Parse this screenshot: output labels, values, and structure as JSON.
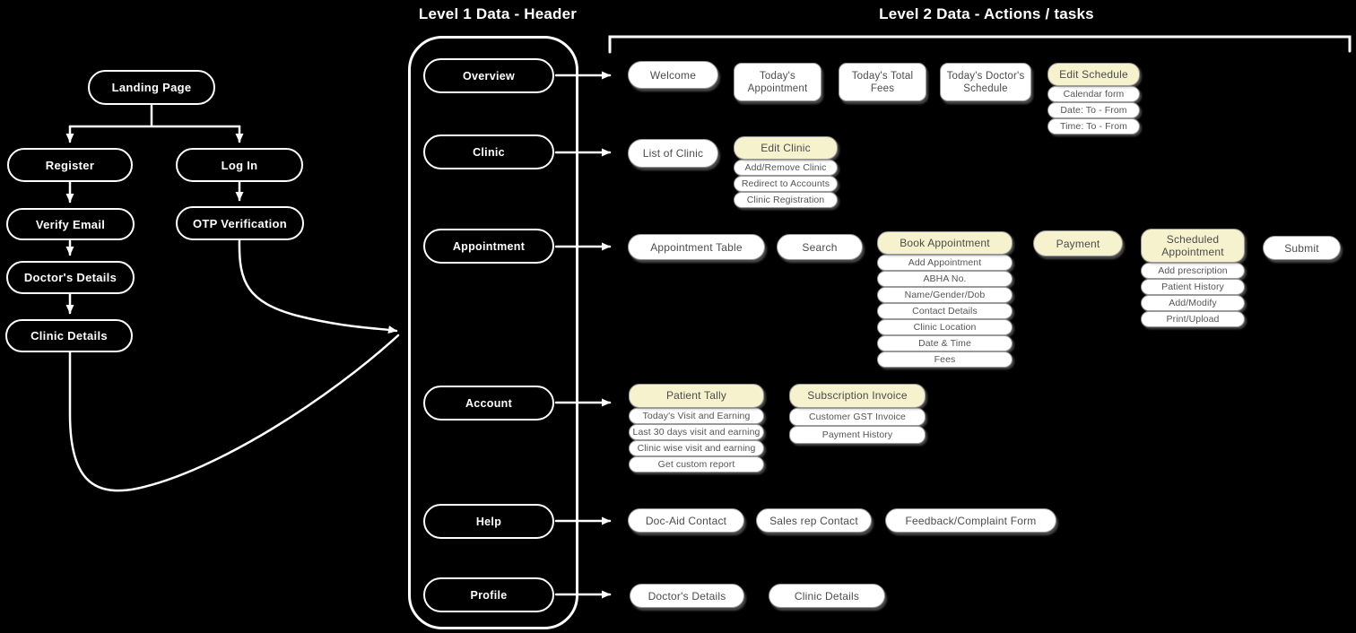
{
  "colors": {
    "background": "#000000",
    "line": "#ffffff",
    "accent_yellow": "#f5f2cd",
    "box_text": "#4c4c4c",
    "box_border": "#9a9a9a"
  },
  "titles": {
    "level1": "Level 1 Data - Header",
    "level2": "Level 2 Data - Actions / tasks"
  },
  "flowchart": {
    "landing_page": "Landing Page",
    "register": "Register",
    "log_in": "Log In",
    "verify_email": "Verify Email",
    "otp_verification": "OTP Verification",
    "doctors_details": "Doctor's Details",
    "clinic_details": "Clinic Details"
  },
  "nav": {
    "overview": "Overview",
    "clinic": "Clinic",
    "appointment": "Appointment",
    "account": "Account",
    "help": "Help",
    "profile": "Profile"
  },
  "level2": {
    "overview": {
      "welcome": "Welcome",
      "cards": [
        "Today's Appointment",
        "Today's Total Fees",
        "Today's Doctor's Schedule"
      ],
      "edit_schedule": {
        "header": "Edit Schedule",
        "items": [
          "Calendar form",
          "Date: To - From",
          "Time: To - From"
        ]
      }
    },
    "clinic": {
      "list_of_clinic": "List of Clinic",
      "edit_clinic": {
        "header": "Edit Clinic",
        "items": [
          "Add/Remove Clinic",
          "Redirect to Accounts",
          "Clinic Registration"
        ]
      }
    },
    "appointment": {
      "appointment_table": "Appointment Table",
      "search": "Search",
      "book_appointment": {
        "header": "Book Appointment",
        "items": [
          "Add Appointment",
          "ABHA No.",
          "Name/Gender/Dob",
          "Contact Details",
          "Clinic Location",
          "Date & Time",
          "Fees"
        ]
      },
      "payment": "Payment",
      "scheduled_appointment": {
        "header": "Scheduled Appointment",
        "items": [
          "Add prescription",
          "Patient History",
          "Add/Modify",
          "Print/Upload"
        ]
      },
      "submit": "Submit"
    },
    "account": {
      "patient_tally": {
        "header": "Patient Tally",
        "items": [
          "Today's Visit and Earning",
          "Last 30 days visit and earning",
          "Clinic wise visit and earning",
          "Get custom report"
        ]
      },
      "subscription_invoice": {
        "header": "Subscription Invoice",
        "items": [
          "Customer GST Invoice",
          "Payment History"
        ]
      }
    },
    "help": {
      "items": [
        "Doc-Aid Contact",
        "Sales rep Contact",
        "Feedback/Complaint Form"
      ]
    },
    "profile": {
      "items": [
        "Doctor's Details",
        "Clinic Details"
      ]
    }
  }
}
